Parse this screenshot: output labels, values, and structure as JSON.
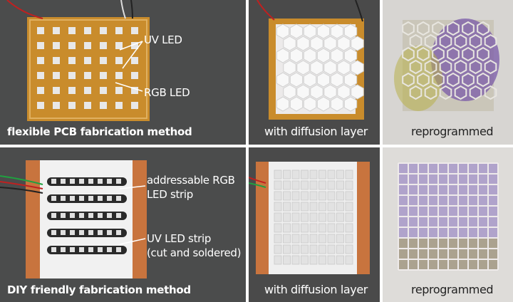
{
  "panels": [
    {
      "caption": "flexible PCB fabrication method"
    },
    {
      "caption": "with diffusion layer"
    },
    {
      "caption": "reprogrammed"
    },
    {
      "caption": "DIY friendly fabrication method"
    },
    {
      "caption": "with diffusion layer"
    },
    {
      "caption": "reprogrammed"
    }
  ],
  "annotations": {
    "uv_led": "UV LED",
    "rgb_led": "RGB LED",
    "rgb_strip_line1": "addressable RGB",
    "rgb_strip_line2": "LED strip",
    "uv_strip_line1": "UV LED strip",
    "uv_strip_line2": "(cut and soldered)"
  },
  "colors": {
    "background_dark": "#4a4a4a",
    "pcb_copper": "#c88a2a",
    "reprogrammed_purple": "#7a5aa8",
    "reprogrammed_yellow": "#b8b04a"
  }
}
